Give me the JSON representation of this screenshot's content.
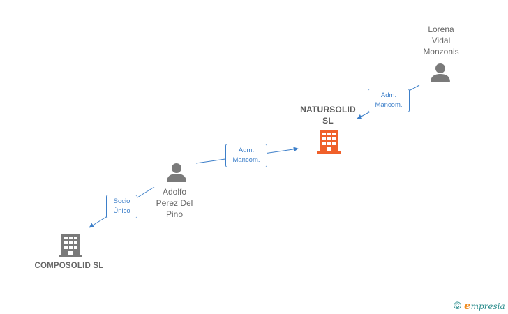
{
  "nodes": {
    "lorena": {
      "label_lines": [
        "Lorena",
        "Vidal",
        "Monzonis"
      ],
      "type": "person"
    },
    "natursolid": {
      "label_lines": [
        "NATURSOLID",
        "SL"
      ],
      "type": "company"
    },
    "adolfo": {
      "label_lines": [
        "Adolfo",
        "Perez Del",
        "Pino"
      ],
      "type": "person"
    },
    "composolid": {
      "label_lines": [
        "COMPOSOLID SL"
      ],
      "type": "company"
    }
  },
  "edges": {
    "lorena_natursolid": {
      "label_lines": [
        "Adm.",
        "Mancom."
      ]
    },
    "adolfo_natursolid": {
      "label_lines": [
        "Adm.",
        "Mancom."
      ]
    },
    "adolfo_composolid": {
      "label_lines": [
        "Socio",
        "Único"
      ]
    }
  },
  "colors": {
    "edge": "#3d7fc9",
    "person_icon": "#7a7a7a",
    "company_icon": "#7a7a7a",
    "main_company_icon": "#f0602a"
  },
  "icons": {
    "person": "person-icon",
    "company": "building-icon"
  },
  "watermark": {
    "symbol": "©",
    "initial": "e",
    "rest": "mpresia"
  }
}
